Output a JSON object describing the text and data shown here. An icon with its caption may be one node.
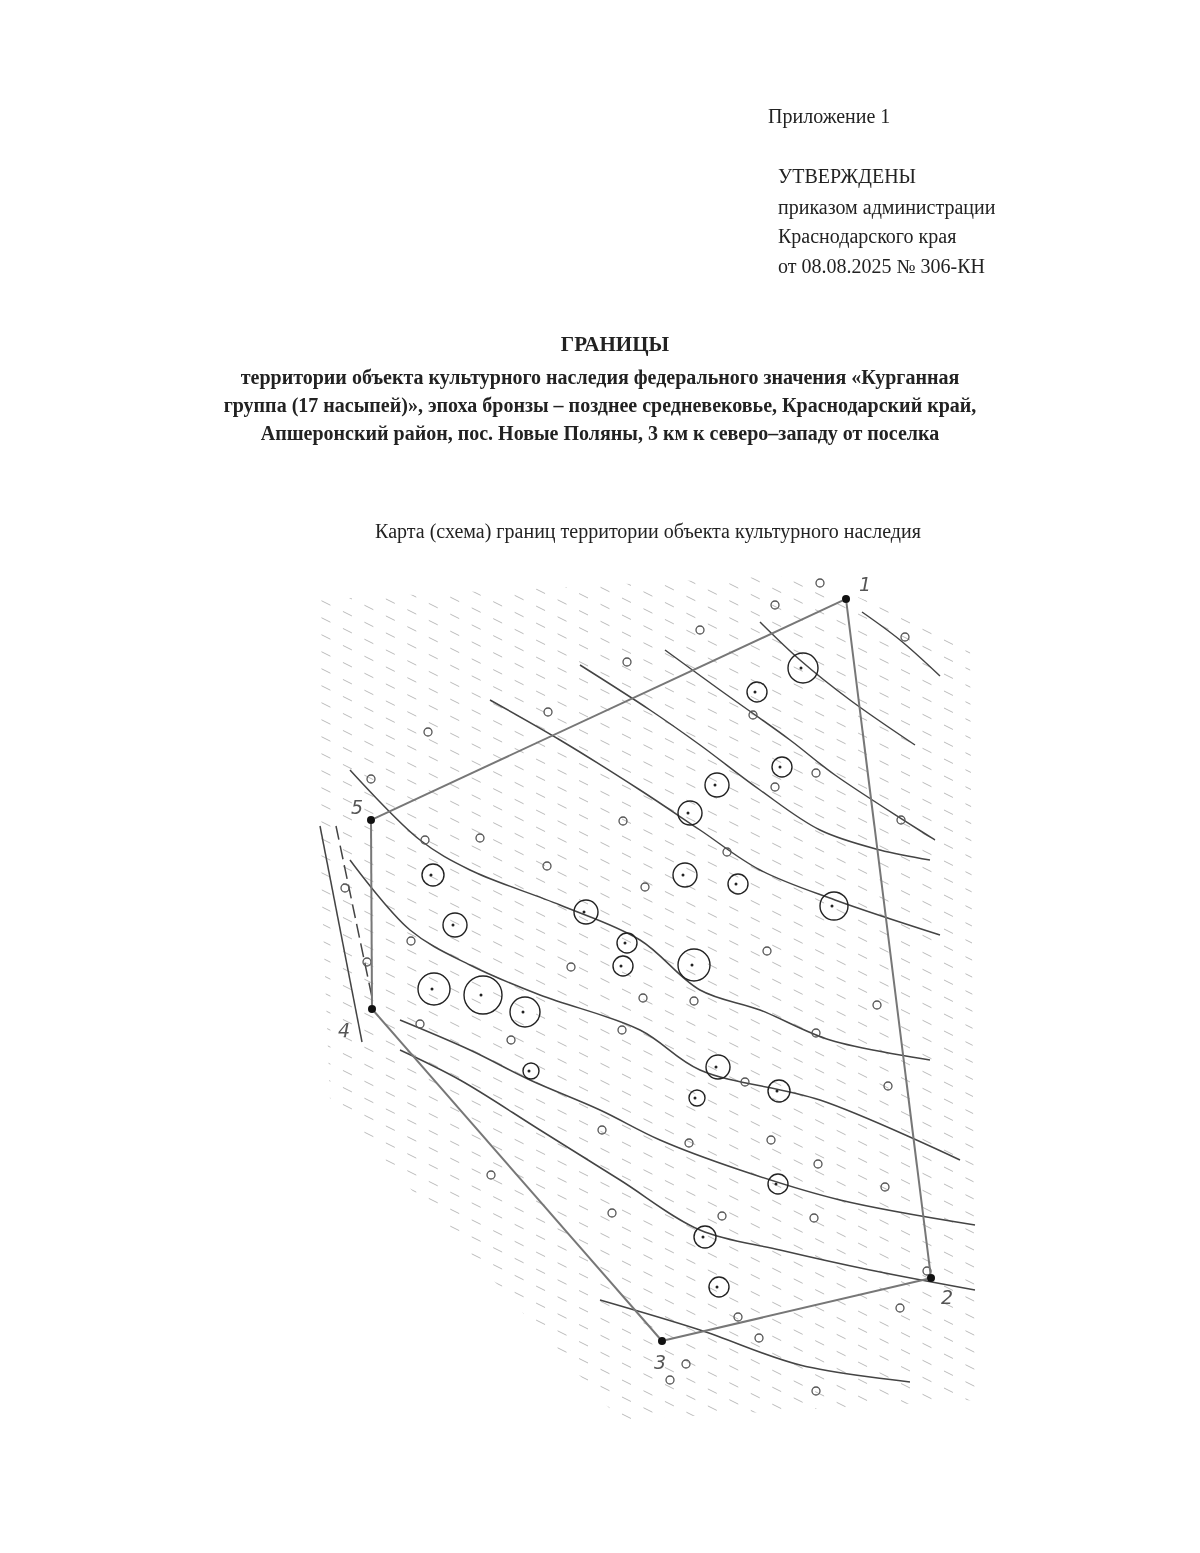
{
  "diagram": {
    "title": "ГРАНИЦЫ",
    "nodes": [
      {
        "text": [
          "1"
        ]
      },
      {
        "text": [
          "2"
        ]
      },
      {
        "text": [
          "3"
        ]
      },
      {
        "text": [
          "4"
        ]
      },
      {
        "text": [
          "5"
        ]
      }
    ],
    "edges": [
      {
        "from": 0,
        "to": 1,
        "arrow": "none"
      },
      {
        "from": 1,
        "to": 2,
        "arrow": "none"
      },
      {
        "from": 2,
        "to": 3,
        "arrow": "none"
      },
      {
        "from": 3,
        "to": 4,
        "arrow": "none"
      },
      {
        "from": 4,
        "to": 0,
        "arrow": "none"
      }
    ],
    "labels": [
      "Приложение 1",
      "УТВЕРЖДЕНЫ",
      "приказом администрации",
      "Краснодарского края",
      "от 08.08.2025 № 306-КН",
      "территории объекта культурного наследия федерального значения «Курганная группа (17 насыпей)», эпоха бронзы – позднее средневековье, Краснодарский край, Апшеронский район, пос. Новые Поляны, 3 км к северо–западу от поселка",
      "Карта (схема) границ территории объекта культурного наследия"
    ]
  }
}
